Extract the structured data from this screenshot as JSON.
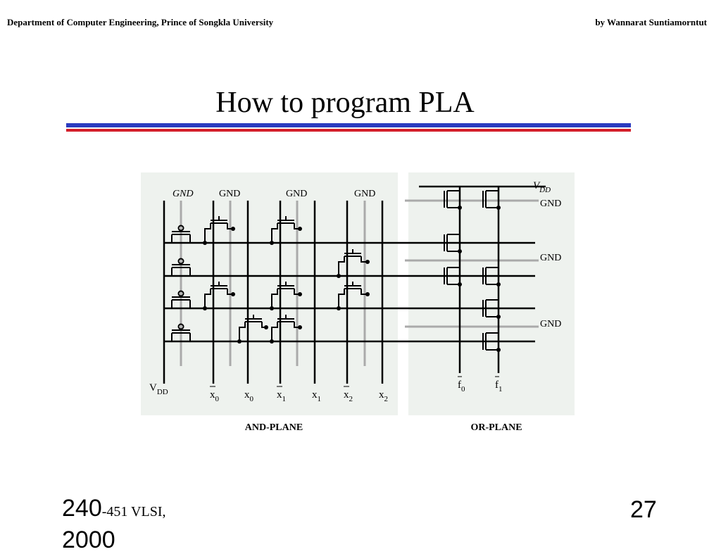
{
  "header": {
    "left": "Department of Computer Engineering, Prince of Songkla University",
    "right": "by Wannarat Suntiamorntut"
  },
  "slide": {
    "title": "How to program PLA"
  },
  "diagram": {
    "and_plane": {
      "caption": "AND-PLANE",
      "top_labels": [
        "GND",
        "GND",
        "GND",
        "GND"
      ],
      "supply": {
        "main": "V",
        "sub": "DD"
      },
      "inputs": [
        {
          "main": "x",
          "sub": "0",
          "bar": true
        },
        {
          "main": "x",
          "sub": "0",
          "bar": false
        },
        {
          "main": "x",
          "sub": "1",
          "bar": true
        },
        {
          "main": "x",
          "sub": "1",
          "bar": false
        },
        {
          "main": "x",
          "sub": "2",
          "bar": true
        },
        {
          "main": "x",
          "sub": "2",
          "bar": false
        }
      ]
    },
    "or_plane": {
      "caption": "OR-PLANE",
      "supply": {
        "main": "V",
        "sub": "DD"
      },
      "gnd_labels": [
        "GND",
        "GND",
        "GND"
      ],
      "outputs": [
        {
          "main": "f",
          "sub": "0",
          "bar": true
        },
        {
          "main": "f",
          "sub": "1",
          "bar": true
        }
      ]
    }
  },
  "footer": {
    "course_big": "240",
    "course_rest": "-451  VLSI,",
    "year": "2000",
    "page": "27"
  },
  "colors": {
    "panel": "#eef2ee",
    "wire": "#000000",
    "gnd_line": "#aaaaaa",
    "rule_blue": "#2b3bbf",
    "rule_red": "#d41f2a"
  }
}
